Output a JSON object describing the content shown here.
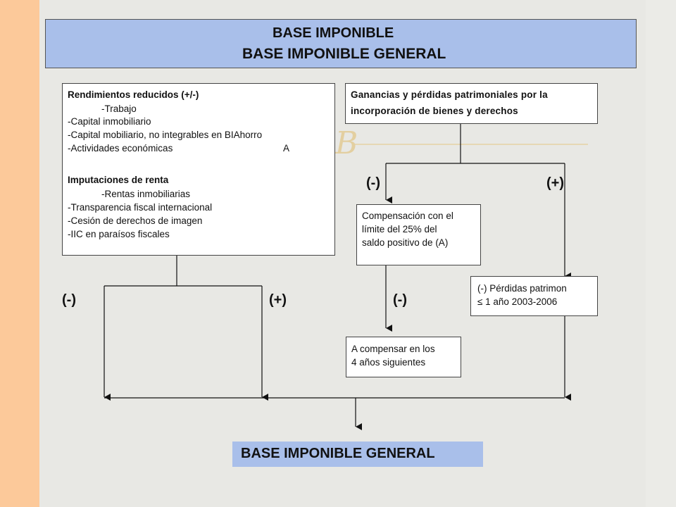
{
  "title": {
    "line1": "BASE IMPONIBLE",
    "line2": "BASE IMPONIBLE GENERAL"
  },
  "left_box": {
    "heading1": "Rendimientos reducidos (+/-)",
    "items1": [
      "-Trabajo",
      "-Capital inmobiliario",
      "-Capital mobiliario, no integrables en BIAhorro",
      "-Actividades económicas"
    ],
    "marker": "A",
    "heading2": "Imputaciones de renta",
    "items2": [
      "-Rentas inmobiliarias",
      "-Transparencia fiscal internacional",
      "-Cesión de derechos de imagen",
      "-IIC en paraísos fiscales"
    ]
  },
  "right_top_box": {
    "line1": "Ganancias y pérdidas patrimoniales por la",
    "line2": "incorporación de bienes y derechos"
  },
  "compensation_box": {
    "lines": [
      "Compensación con el",
      "límite del 25% del",
      "saldo positivo de (A)"
    ]
  },
  "losses_box": {
    "lines": [
      "(-) Pérdidas patrimon",
      "≤ 1 año 2003-2006"
    ]
  },
  "future_box": {
    "lines": [
      "A compensar en los",
      "4 años siguientes"
    ]
  },
  "signs": {
    "minus_right": "(-)",
    "plus_right": "(+)",
    "minus_left": "(-)",
    "plus_left": "(+)",
    "minus_middle": "(-)"
  },
  "result": {
    "label": "BASE IMPONIBLE GENERAL"
  },
  "colors": {
    "title_bg": "#a9bfea",
    "left_stripe": "#fcc99a",
    "decor": "#e6d2a4"
  }
}
